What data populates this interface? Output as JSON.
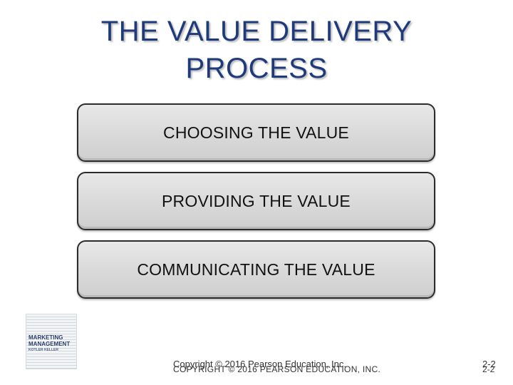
{
  "title": {
    "line1": "THE VALUE DELIVERY",
    "line2": "PROCESS",
    "color": "#1f3a7a"
  },
  "stages": [
    {
      "label": "CHOOSING THE VALUE"
    },
    {
      "label": "PROVIDING THE VALUE"
    },
    {
      "label": "COMMUNICATING THE VALUE"
    }
  ],
  "book_cover": {
    "line1": "MARKETING",
    "line2": "MANAGEMENT",
    "line3": "KOTLER KELLER"
  },
  "footer": {
    "copyright_1": "Copyright © 2016 Pearson Education, Inc.",
    "copyright_2": "COPYRIGHT © 2016 PEARSON EDUCATION, INC.",
    "page_1": "2-2",
    "page_2": "2-2"
  }
}
